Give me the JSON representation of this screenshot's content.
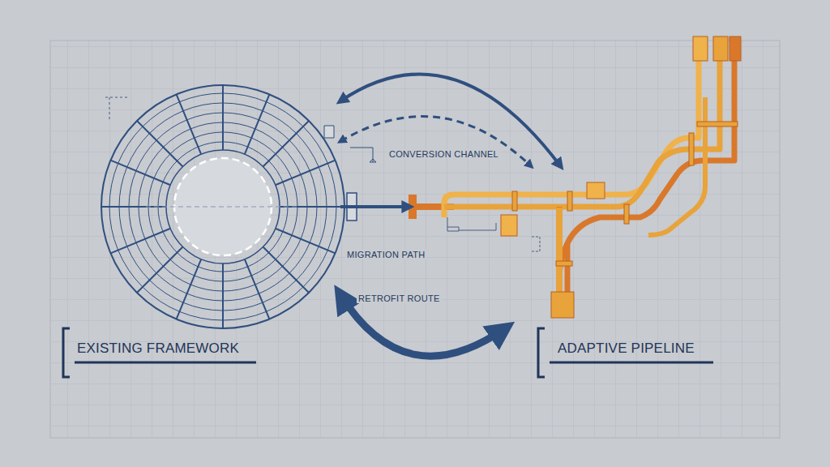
{
  "diagram": {
    "nodes": [
      {
        "text": [
          "EXISTING FRAMEWORK"
        ]
      },
      {
        "text": [
          "ADAPTIVE PIPELINE"
        ]
      }
    ],
    "edges": [
      {
        "from": 0,
        "to": 1,
        "arrow": "both"
      },
      {
        "from": 0,
        "to": 1,
        "label": "CONVERSION CHANNEL",
        "arrow": "both"
      },
      {
        "from": 0,
        "to": 1,
        "label": "MIGRATION PATH",
        "arrow": "to"
      },
      {
        "from": 0,
        "to": 1,
        "label": "RETROFIT ROUTE",
        "arrow": "both"
      }
    ]
  }
}
